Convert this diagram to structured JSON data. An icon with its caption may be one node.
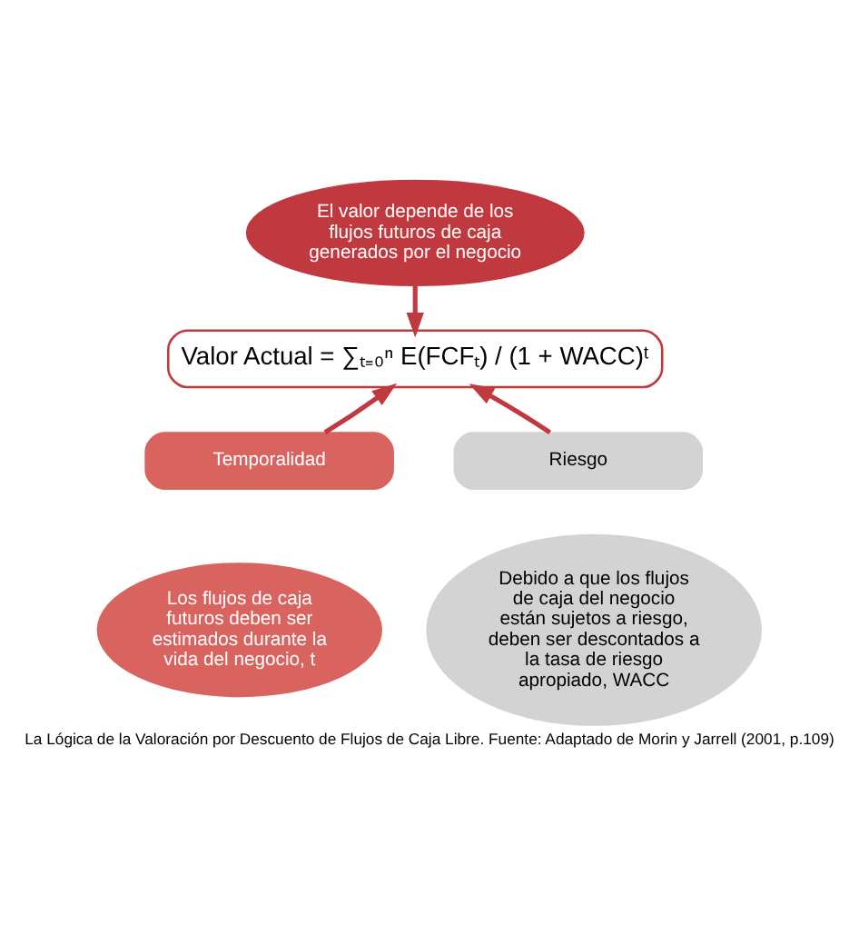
{
  "diagram": {
    "caption": "La Lógica de la Valoración por Descuento de Flujos de Caja Libre. Fuente: Adaptado de Morin y Jarrell (2001, p.109)",
    "nodes": [
      {
        "text": [
          "El valor depende de los flujos futuros de caja generados por el negocio"
        ]
      },
      {
        "text": [
          "Valor Actual = ∑ₜ₌₀ⁿ E(FCFₜ) / (1 + WACC)ᵗ"
        ]
      },
      {
        "text": [
          "Temporalidad"
        ]
      },
      {
        "text": [
          "Riesgo"
        ]
      },
      {
        "text": [
          "Los flujos de caja futuros deben ser estimados durante la vida del negocio, t"
        ]
      },
      {
        "text": [
          "Debido a que los flujos de caja del negocio están sujetos a riesgo, deben ser descontados a la tasa de riesgo apropiado, WACC"
        ]
      }
    ],
    "edges": [
      {
        "from": 0,
        "to": 1,
        "arrow": "to"
      },
      {
        "from": 2,
        "to": 1,
        "arrow": "to"
      },
      {
        "from": 3,
        "to": 1,
        "arrow": "to"
      }
    ]
  }
}
